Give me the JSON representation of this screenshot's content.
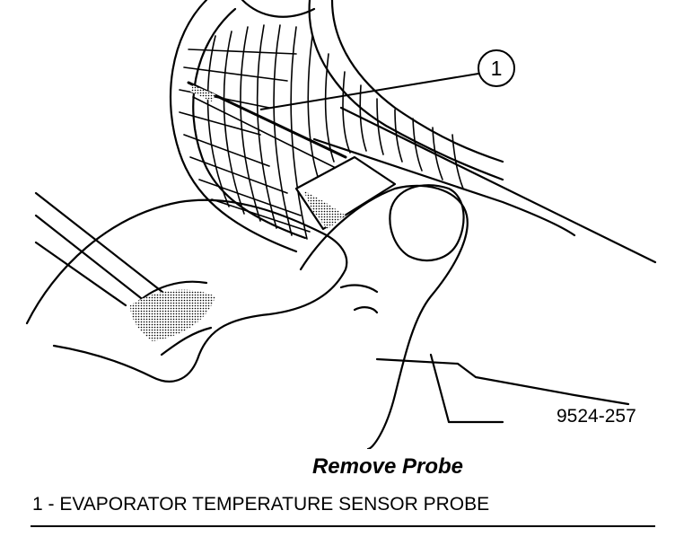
{
  "figure": {
    "callout_number": "1",
    "figure_id": "9524-257",
    "title": "Remove Probe"
  },
  "legend": {
    "items": [
      {
        "number": "1",
        "text": "1 - EVAPORATOR TEMPERATURE SENSOR PROBE"
      }
    ]
  }
}
